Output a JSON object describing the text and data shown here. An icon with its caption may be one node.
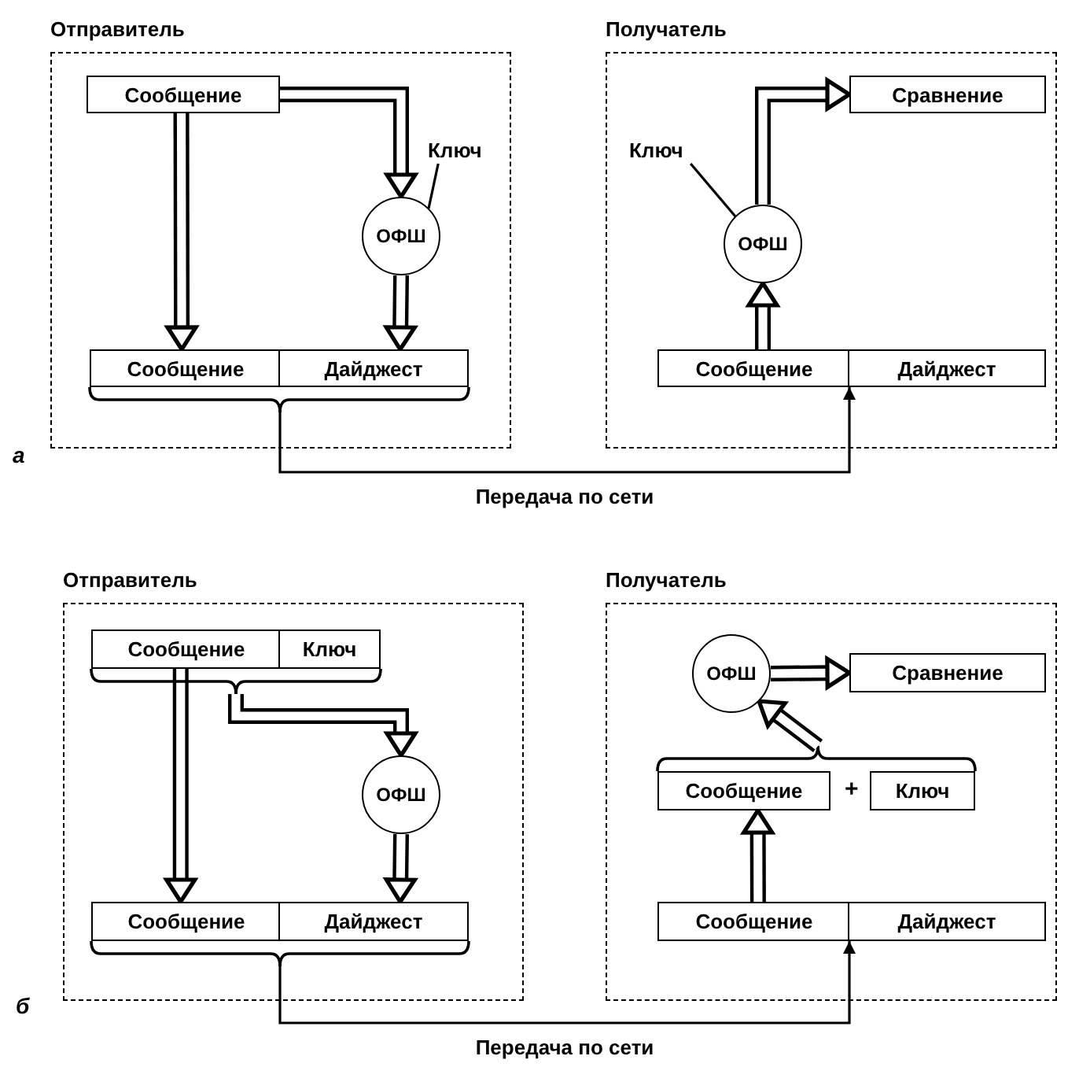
{
  "diagram": {
    "nodes": [
      {
        "text": [
          "Отправитель"
        ]
      },
      {
        "text": [
          "Сообщение"
        ],
        "in": 0
      },
      {
        "text": [
          "ОФШ"
        ],
        "in": 0
      },
      {
        "text": [
          "Ключ"
        ],
        "in": 0
      },
      {
        "text": [
          "Сообщение"
        ],
        "in": 0
      },
      {
        "text": [
          "Дайджест"
        ],
        "in": 0
      },
      {
        "text": [
          "Получатель"
        ]
      },
      {
        "text": [
          "Сравнение"
        ],
        "in": 6
      },
      {
        "text": [
          "Ключ"
        ],
        "in": 6
      },
      {
        "text": [
          "ОФШ"
        ],
        "in": 6
      },
      {
        "text": [
          "Сообщение"
        ],
        "in": 6
      },
      {
        "text": [
          "Дайджест"
        ],
        "in": 6
      },
      {
        "text": [
          "Отправитель"
        ]
      },
      {
        "text": [
          "Сообщение"
        ],
        "in": 12
      },
      {
        "text": [
          "Ключ"
        ],
        "in": 12
      },
      {
        "text": [
          "ОФШ"
        ],
        "in": 12
      },
      {
        "text": [
          "Сообщение"
        ],
        "in": 12
      },
      {
        "text": [
          "Дайджест"
        ],
        "in": 12
      },
      {
        "text": [
          "Получатель"
        ]
      },
      {
        "text": [
          "ОФШ"
        ],
        "in": 18
      },
      {
        "text": [
          "Сравнение"
        ],
        "in": 18
      },
      {
        "text": [
          "Сообщение"
        ],
        "in": 18
      },
      {
        "text": [
          "Ключ"
        ],
        "in": 18
      },
      {
        "text": [
          "Сообщение"
        ],
        "in": 18
      },
      {
        "text": [
          "Дайджест"
        ],
        "in": 18
      }
    ],
    "edges": [
      {
        "from": 1,
        "to": 4,
        "arrow": "to"
      },
      {
        "from": 1,
        "to": 2,
        "arrow": "to"
      },
      {
        "from": 3,
        "to": 2,
        "arrow": "none"
      },
      {
        "from": 2,
        "to": 5,
        "arrow": "to"
      },
      {
        "from": 4,
        "to": 10,
        "arrow": "to",
        "label": "Передача по сети"
      },
      {
        "from": 5,
        "to": 11,
        "arrow": "to"
      },
      {
        "from": 10,
        "to": 9,
        "arrow": "to"
      },
      {
        "from": 9,
        "to": 7,
        "arrow": "to"
      },
      {
        "from": 8,
        "to": 9,
        "arrow": "none"
      },
      {
        "from": 13,
        "to": 16,
        "arrow": "to"
      },
      {
        "from": 13,
        "to": 15,
        "arrow": "to"
      },
      {
        "from": 14,
        "to": 15,
        "arrow": "to"
      },
      {
        "from": 15,
        "to": 17,
        "arrow": "to"
      },
      {
        "from": 16,
        "to": 23,
        "arrow": "to",
        "label": "Передача по сети"
      },
      {
        "from": 17,
        "to": 24,
        "arrow": "to"
      },
      {
        "from": 23,
        "to": 21,
        "arrow": "to"
      },
      {
        "from": 21,
        "to": 19,
        "arrow": "to"
      },
      {
        "from": 22,
        "to": 19,
        "arrow": "to"
      },
      {
        "from": 19,
        "to": 20,
        "arrow": "to"
      }
    ],
    "labels": [
      "а",
      "+",
      "б"
    ]
  }
}
